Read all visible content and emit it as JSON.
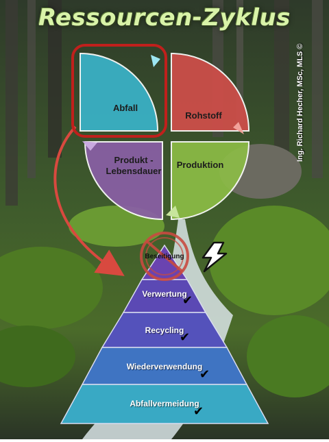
{
  "title": "Ressourcen-Zyklus",
  "credit": "Ing. Richard Hecher, MSc, MLS ©",
  "cycle": {
    "quadrants": [
      {
        "id": "abfall",
        "label": "Abfall",
        "color": "#3ab3c9"
      },
      {
        "id": "rohstoff",
        "label": "Rohstoff",
        "color": "#d04e4a"
      },
      {
        "id": "produktion",
        "label": "Produktion",
        "color": "#8cbc46"
      },
      {
        "id": "produkt",
        "label": "Produkt -\nLebensdauer",
        "color": "#8a5fa6"
      }
    ],
    "highlight_color": "#c0201c"
  },
  "pyramid": {
    "tiers": [
      {
        "label": "Beseitigung",
        "color": "#6a43b0",
        "checked": false,
        "crossed": true
      },
      {
        "label": "Verwertung",
        "color": "#5b49b4",
        "checked": true,
        "crossed": false
      },
      {
        "label": "Recycling",
        "color": "#5452bb",
        "checked": true,
        "crossed": false
      },
      {
        "label": "Wiederverwendung",
        "color": "#3f74c2",
        "checked": true,
        "crossed": false
      },
      {
        "label": "Abfallvermeidung",
        "color": "#39a9c4",
        "checked": true,
        "crossed": false
      }
    ]
  },
  "icons": {
    "lightning": "lightning-icon",
    "check": "checkmark-icon",
    "prohibited": "prohibited-icon"
  }
}
